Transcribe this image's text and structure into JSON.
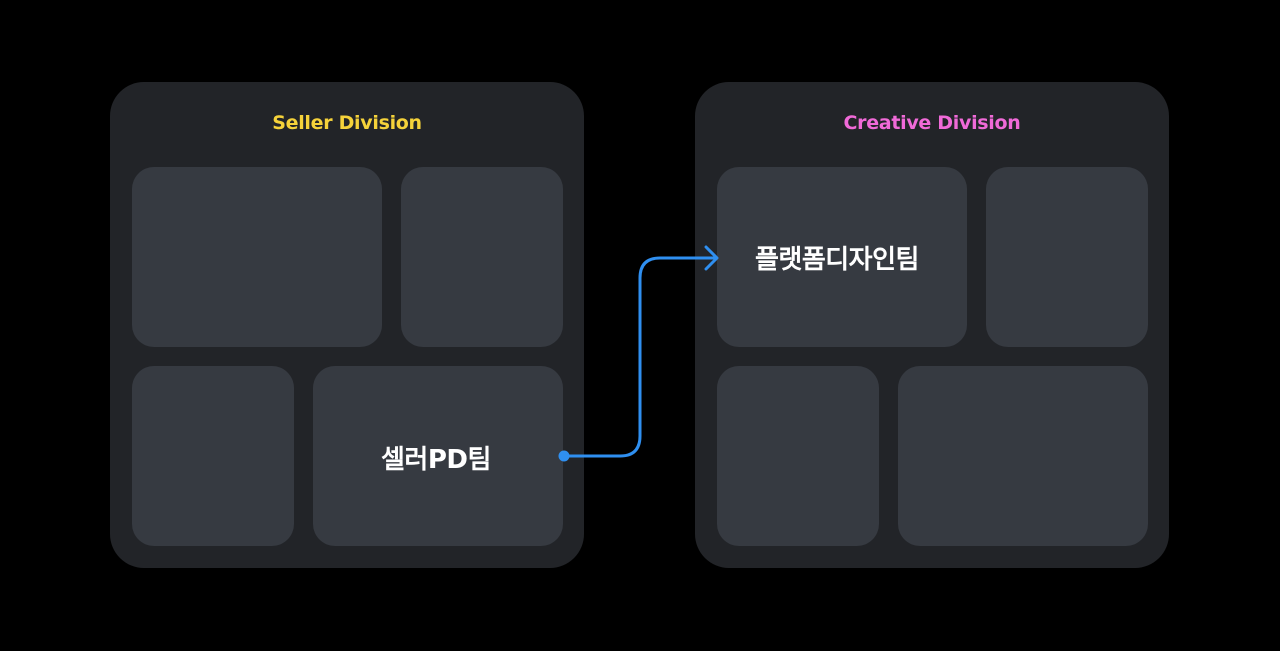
{
  "seller_division": {
    "title": "Seller Division",
    "title_color": "#f5d23a",
    "team_label": "셀러PD팀"
  },
  "creative_division": {
    "title": "Creative Division",
    "title_color": "#f06ad8",
    "team_label": "플랫폼디자인팀"
  },
  "connector": {
    "color": "#2f8ff0",
    "from": "셀러PD팀",
    "to": "플랫폼디자인팀"
  },
  "colors": {
    "background": "#000000",
    "division_bg": "#222428",
    "team_box_bg": "#363a41"
  }
}
